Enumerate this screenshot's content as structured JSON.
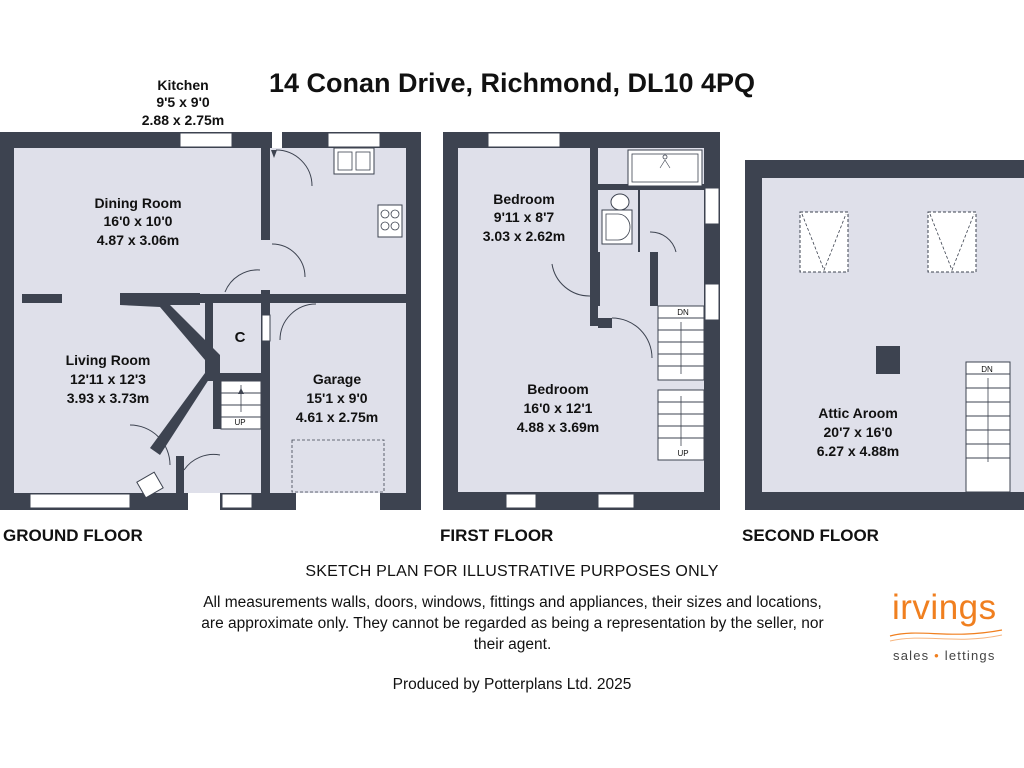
{
  "title": "14 Conan Drive, Richmond, DL10 4PQ",
  "floors": {
    "ground": "GROUND FLOOR",
    "first": "FIRST FLOOR",
    "second": "SECOND FLOOR"
  },
  "rooms": {
    "kitchen": {
      "name": "Kitchen",
      "imperial": "9'5 x 9'0",
      "metric": "2.88 x 2.75m"
    },
    "dining": {
      "name": "Dining Room",
      "imperial": "16'0 x 10'0",
      "metric": "4.87 x 3.06m"
    },
    "living": {
      "name": "Living Room",
      "imperial": "12'11 x 12'3",
      "metric": "3.93 x 3.73m"
    },
    "garage": {
      "name": "Garage",
      "imperial": "15'1 x 9'0",
      "metric": "4.61 x 2.75m"
    },
    "cupboard": {
      "name": "C"
    },
    "bedroom_small": {
      "name": "Bedroom",
      "imperial": "9'11 x 8'7",
      "metric": "3.03 x 2.62m"
    },
    "bedroom_large": {
      "name": "Bedroom",
      "imperial": "16'0 x 12'1",
      "metric": "4.88 x 3.69m"
    },
    "attic": {
      "name": "Attic Aroom",
      "imperial": "20'7 x 16'0",
      "metric": "6.27 x 4.88m"
    }
  },
  "stair_labels": {
    "ground_up": "UP",
    "first_dn": "DN",
    "first_up": "UP",
    "second_dn": "DN"
  },
  "footer": {
    "sketch_note": "SKETCH PLAN FOR ILLUSTRATIVE PURPOSES ONLY",
    "disclaimer": "All measurements walls, doors, windows, fittings and appliances, their sizes and locations, are approximate only. They cannot be regarded as being a representation by the seller, nor their agent.",
    "produced_by": "Produced by Potterplans Ltd. 2025"
  },
  "logo": {
    "brand": "irvings",
    "tagline_left": "sales",
    "tagline_sep": "•",
    "tagline_right": "lettings"
  },
  "colors": {
    "wall": "#3d4350",
    "floor": "#dfe0ea",
    "brand_orange": "#f07f1f"
  }
}
